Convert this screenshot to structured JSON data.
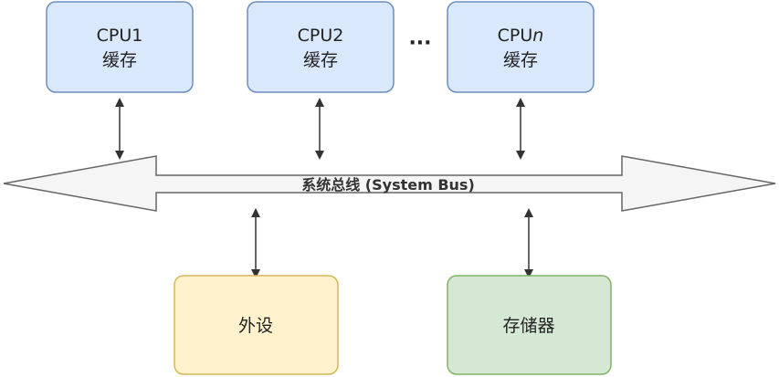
{
  "cpus": [
    {
      "line1": "CPU1",
      "line2": "缓存"
    },
    {
      "line1": "CPU2",
      "line2": "缓存"
    },
    {
      "line1_prefix": "CPU",
      "line1_italic": "n",
      "line2": "缓存"
    }
  ],
  "ellipsis": "···",
  "bus": {
    "label": "系统总线 (System Bus)"
  },
  "peripheral": {
    "label": "外设"
  },
  "memory": {
    "label": "存储器"
  },
  "colors": {
    "cpu_fill": "#dae8fc",
    "cpu_stroke": "#6c8ebf",
    "peripheral_fill": "#fff2cc",
    "peripheral_stroke": "#d6b656",
    "memory_fill": "#d5e8d4",
    "memory_stroke": "#82b366",
    "bus_fill": "#f5f5f5",
    "bus_stroke": "#666666",
    "connector": "#333333"
  }
}
